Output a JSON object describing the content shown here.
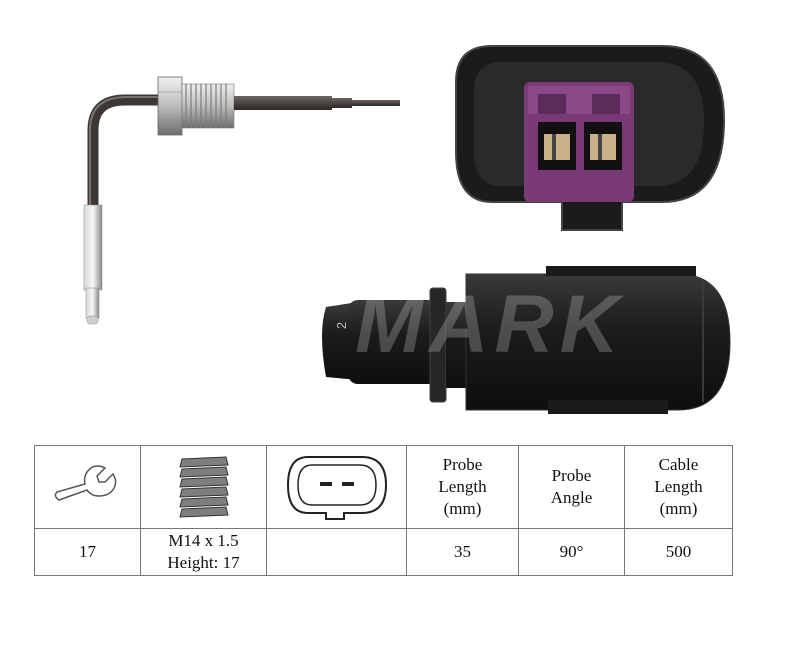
{
  "watermark": "MARK",
  "connector_pin_label": "2",
  "table": {
    "headers": {
      "probe_length": [
        "Probe",
        "Length",
        "(mm)"
      ],
      "probe_angle": [
        "Probe",
        "Angle"
      ],
      "cable_length": [
        "Cable",
        "Length",
        "(mm)"
      ]
    },
    "values": {
      "spanner": "17",
      "thread": "M14 x 1.5",
      "height": "Height: 17",
      "connector": "",
      "probe_length": "35",
      "probe_angle": "90°",
      "cable_length": "500"
    }
  },
  "icons": {
    "spanner": "wrench-icon",
    "thread": "thread-icon",
    "connector": "connector-2pin-icon"
  },
  "colors": {
    "connector_body": "#1f1f1f",
    "connector_insert": "#7a3a78",
    "probe_steel": "#9a9a9a"
  }
}
